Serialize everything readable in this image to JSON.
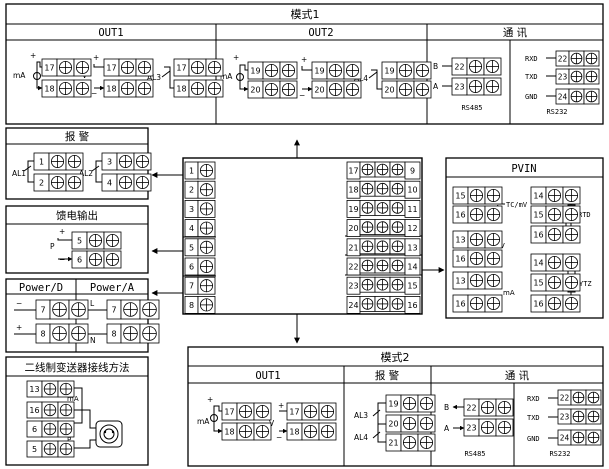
{
  "top_panel": {
    "title": "模式1",
    "out1": {
      "header": "OUT1",
      "mA": "mA",
      "v": "V",
      "al3": "AL3",
      "plus": "+",
      "minus": "−",
      "t17": "17",
      "t18": "18"
    },
    "out2": {
      "header": "OUT2",
      "mA": "mA",
      "v": "V",
      "al4": "AL4",
      "plus": "+",
      "minus": "−",
      "t19": "19",
      "t20": "20"
    },
    "comm": {
      "header": "通 讯",
      "b": "B",
      "a": "A",
      "rs485": "RS485",
      "rxd": "RXD",
      "txd": "TXD",
      "gnd": "GND",
      "rs232": "RS232",
      "t22": "22",
      "t23": "23",
      "t24": "24"
    }
  },
  "alarm_panel": {
    "title": "报 警",
    "al1": "AL1",
    "al2": "AL2",
    "t1": "1",
    "t2": "2",
    "t3": "3",
    "t4": "4"
  },
  "feed_panel": {
    "title": "馈电输出",
    "p": "P",
    "plus": "+",
    "minus": "−",
    "t5": "5",
    "t6": "6"
  },
  "power_panel": {
    "header_d": "Power/D",
    "header_a": "Power/A",
    "minus": "−",
    "plus": "+",
    "l": "L",
    "n": "N",
    "t7": "7",
    "t8": "8"
  },
  "transmitter_panel": {
    "title": "二线制变送器接线方法",
    "mA": "mA",
    "p": "P",
    "plus": "+",
    "minus": "−",
    "t13": "13",
    "t16": "16",
    "t6": "6",
    "t5": "5"
  },
  "center_block": {
    "left_terminals": [
      "1",
      "2",
      "3",
      "4",
      "5",
      "6",
      "7",
      "8"
    ],
    "mid_terminals": [
      "17",
      "18",
      "19",
      "20",
      "21",
      "22",
      "23",
      "24"
    ],
    "right_terminals": [
      "9",
      "10",
      "11",
      "12",
      "13",
      "14",
      "15",
      "16"
    ]
  },
  "pvin_panel": {
    "title": "PVIN",
    "tcmv": "TC/mV",
    "rtd": "RTD",
    "v": "V",
    "mA": "mA",
    "ytz": "YTZ",
    "plus": "+",
    "minus": "−",
    "t13": "13",
    "t14": "14",
    "t15": "15",
    "t16": "16"
  },
  "bottom_panel": {
    "title": "模式2",
    "out1": {
      "header": "OUT1",
      "mA": "mA",
      "v": "V",
      "plus": "+",
      "minus": "−",
      "t17": "17",
      "t18": "18"
    },
    "alarm": {
      "header": "报 警",
      "al3": "AL3",
      "al4": "AL4",
      "t19": "19",
      "t20": "20",
      "t21": "21"
    },
    "comm": {
      "header": "通 讯",
      "b": "B",
      "a": "A",
      "rs485": "RS485",
      "rxd": "RXD",
      "txd": "TXD",
      "gnd": "GND",
      "rs232": "RS232",
      "t22": "22",
      "t23": "23",
      "t24": "24"
    }
  }
}
